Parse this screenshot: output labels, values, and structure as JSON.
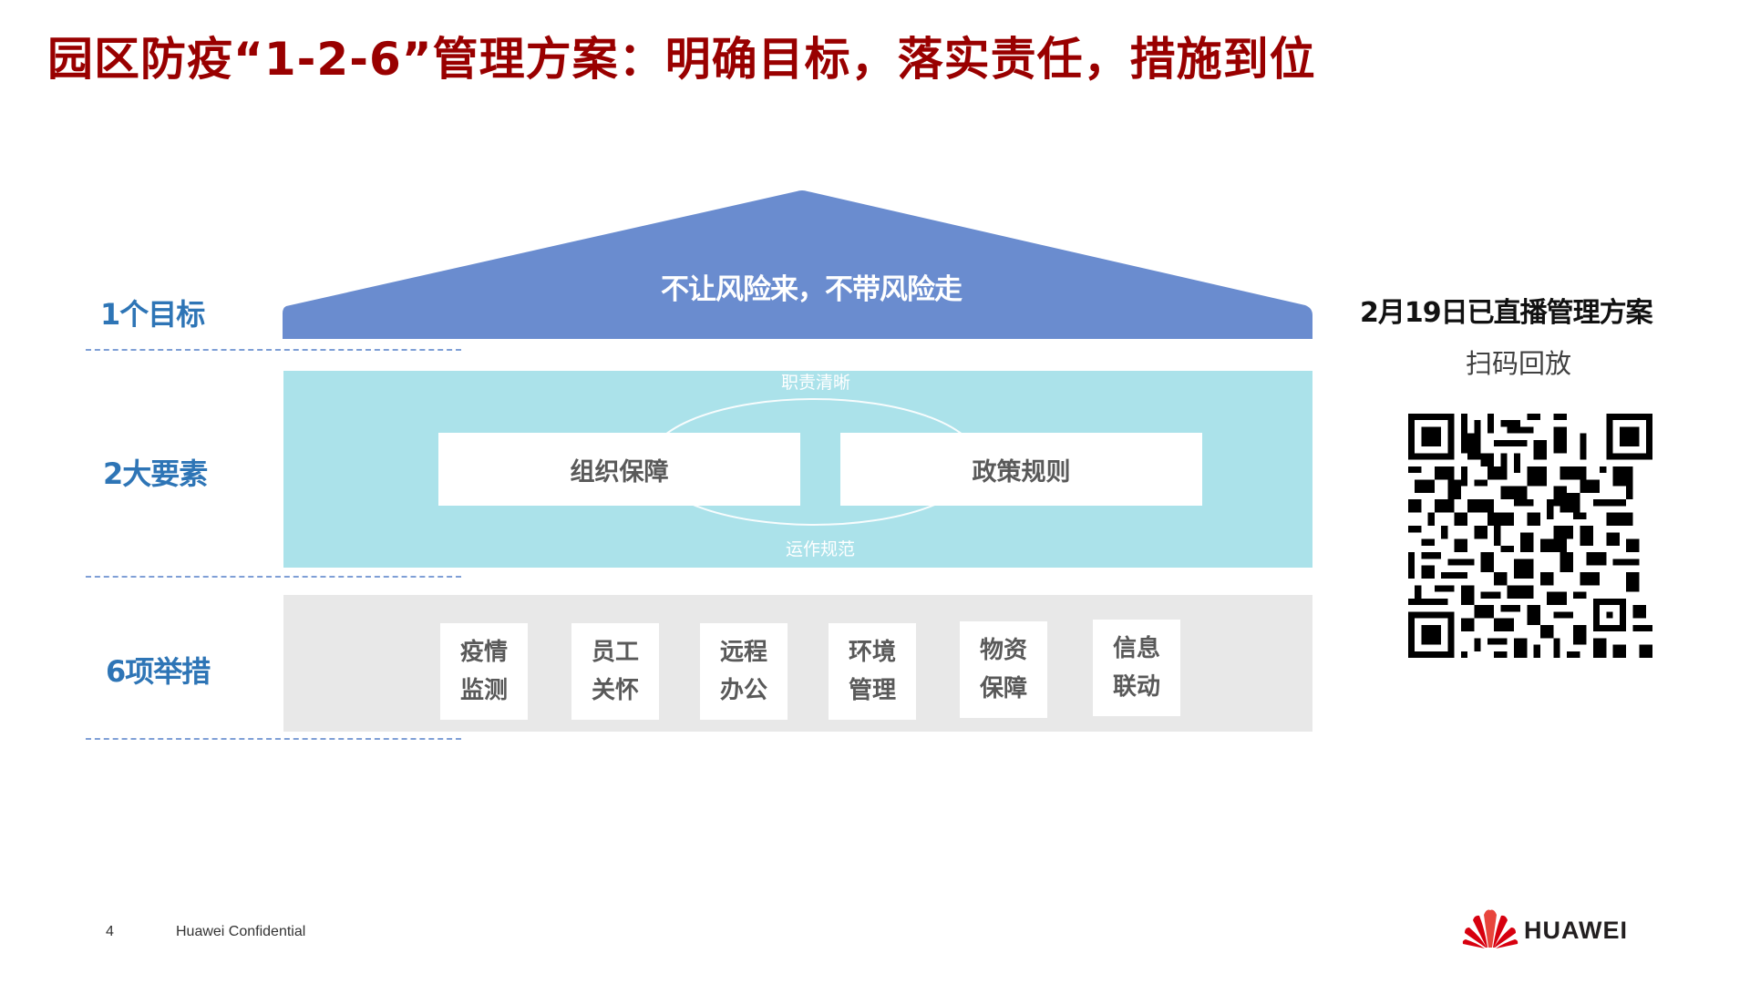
{
  "title": "园区防疫“1-2-6”管理方案：明确目标，落实责任，措施到位",
  "colors": {
    "title": "#990000",
    "label": "#2e75b6",
    "roof": "#6a8ccf",
    "elements_band": "#abe2ea",
    "measures_band": "#e8e8e8",
    "box_text": "#595959"
  },
  "diagram": {
    "levels": [
      {
        "label": "1个目标"
      },
      {
        "label": "2大要素"
      },
      {
        "label": "6项举措"
      }
    ],
    "goal": {
      "text": "不让风险来，不带风险走"
    },
    "elements": {
      "top_label": "职责清晰",
      "bottom_label": "运作规范",
      "items": [
        {
          "label": "组织保障"
        },
        {
          "label": "政策规则"
        }
      ]
    },
    "measures": [
      {
        "line1": "疫情",
        "line2": "监测"
      },
      {
        "line1": "员工",
        "line2": "关怀"
      },
      {
        "line1": "远程",
        "line2": "办公"
      },
      {
        "line1": "环境",
        "line2": "管理"
      },
      {
        "line1": "物资",
        "line2": "保障"
      },
      {
        "line1": "信息",
        "line2": "联动"
      }
    ]
  },
  "qr_panel": {
    "title": "2月19日已直播管理方案",
    "subtitle": "扫码回放",
    "icon": "qr-code"
  },
  "footer": {
    "page_number": "4",
    "confidential": "Huawei Confidential",
    "logo_text": "HUAWEI",
    "logo_icon": "huawei-flower"
  }
}
